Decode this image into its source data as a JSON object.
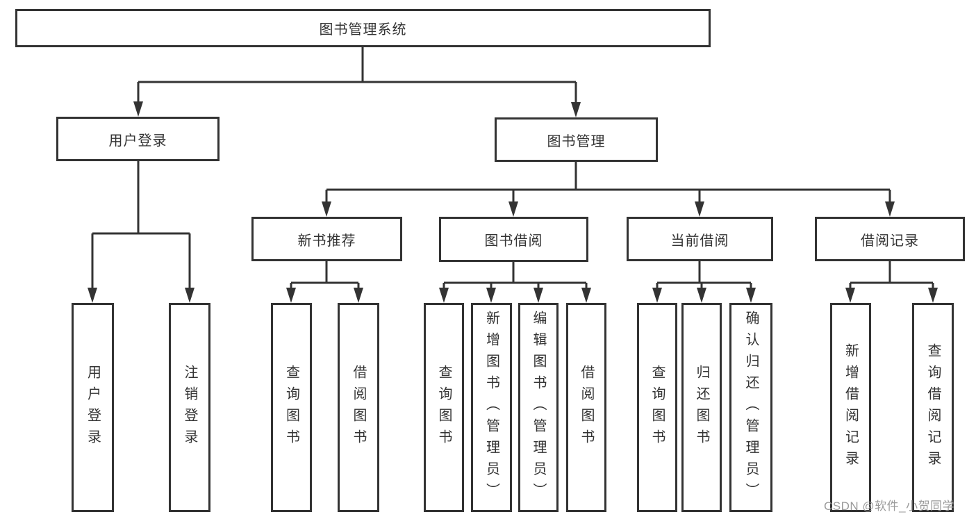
{
  "tree": {
    "label": "图书管理系统",
    "children": [
      {
        "label": "用户登录",
        "children": [
          {
            "label": "用户登录"
          },
          {
            "label": "注销登录"
          }
        ]
      },
      {
        "label": "图书管理",
        "children": [
          {
            "label": "新书推荐",
            "children": [
              {
                "label": "查询图书"
              },
              {
                "label": "借阅图书"
              }
            ]
          },
          {
            "label": "图书借阅",
            "children": [
              {
                "label": "查询图书"
              },
              {
                "label": "新增图书（管理员）"
              },
              {
                "label": "编辑图书（管理员）"
              },
              {
                "label": "借阅图书"
              }
            ]
          },
          {
            "label": "当前借阅",
            "children": [
              {
                "label": "查询图书"
              },
              {
                "label": "归还图书"
              },
              {
                "label": "确认归还（管理员）"
              }
            ]
          },
          {
            "label": "借阅记录",
            "children": [
              {
                "label": "新增借阅记录"
              },
              {
                "label": "查询借阅记录"
              }
            ]
          }
        ]
      }
    ]
  },
  "watermark": "CSDN @软件_小贺同学",
  "colors": {
    "line": "#333333",
    "text": "#333333",
    "box_background": "#ffffff",
    "page_background": "#ffffff",
    "watermark": "#9b9b9b"
  }
}
